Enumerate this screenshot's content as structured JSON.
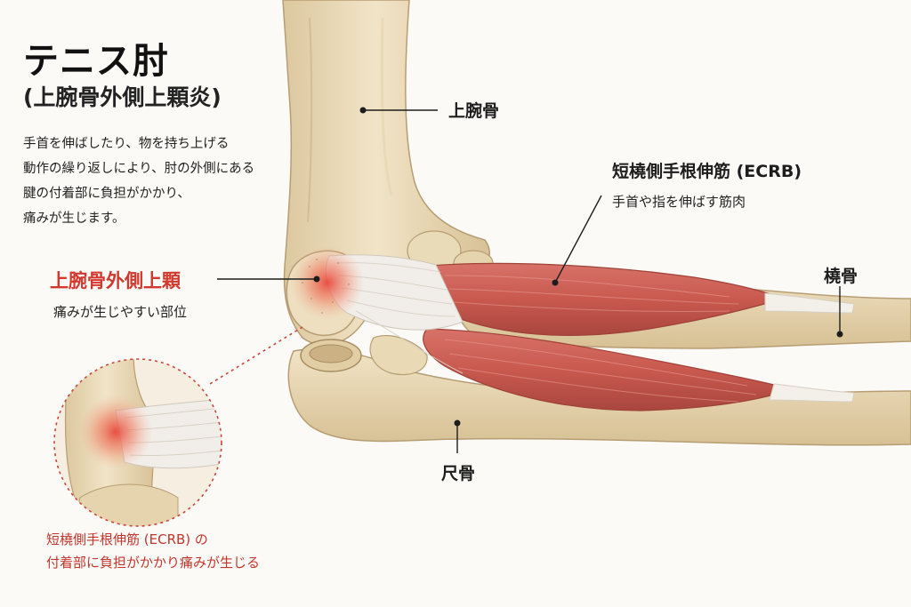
{
  "title": "テニス肘",
  "subtitle": "(上腕骨外側上顆炎)",
  "description": [
    "手首を伸ばしたり、物を持ち上げる",
    "動作の繰り返しにより、肘の外側にある",
    "腱の付着部に負担がかかり、",
    "痛みが生じます。"
  ],
  "labels": {
    "humerus": "上腕骨",
    "ecrb": "短橈側手根伸筋 (ECRB)",
    "ecrb_note": "手首や指を伸ばす筋肉",
    "radius": "橈骨",
    "ulna": "尺骨",
    "epicondyle": "上腕骨外側上顆",
    "epicondyle_note": "痛みが生じやすい部位"
  },
  "inset_caption": [
    "短橈側手根伸筋 (ECRB) の",
    "付着部に負担がかかり痛みが生じる"
  ],
  "colors": {
    "bone": "#ebdcbc",
    "bone_outline": "#b79d73",
    "muscle": "#c9594f",
    "tendon": "#f1eee9",
    "pain": "#e8483c",
    "accent_red": "#d2382e"
  }
}
